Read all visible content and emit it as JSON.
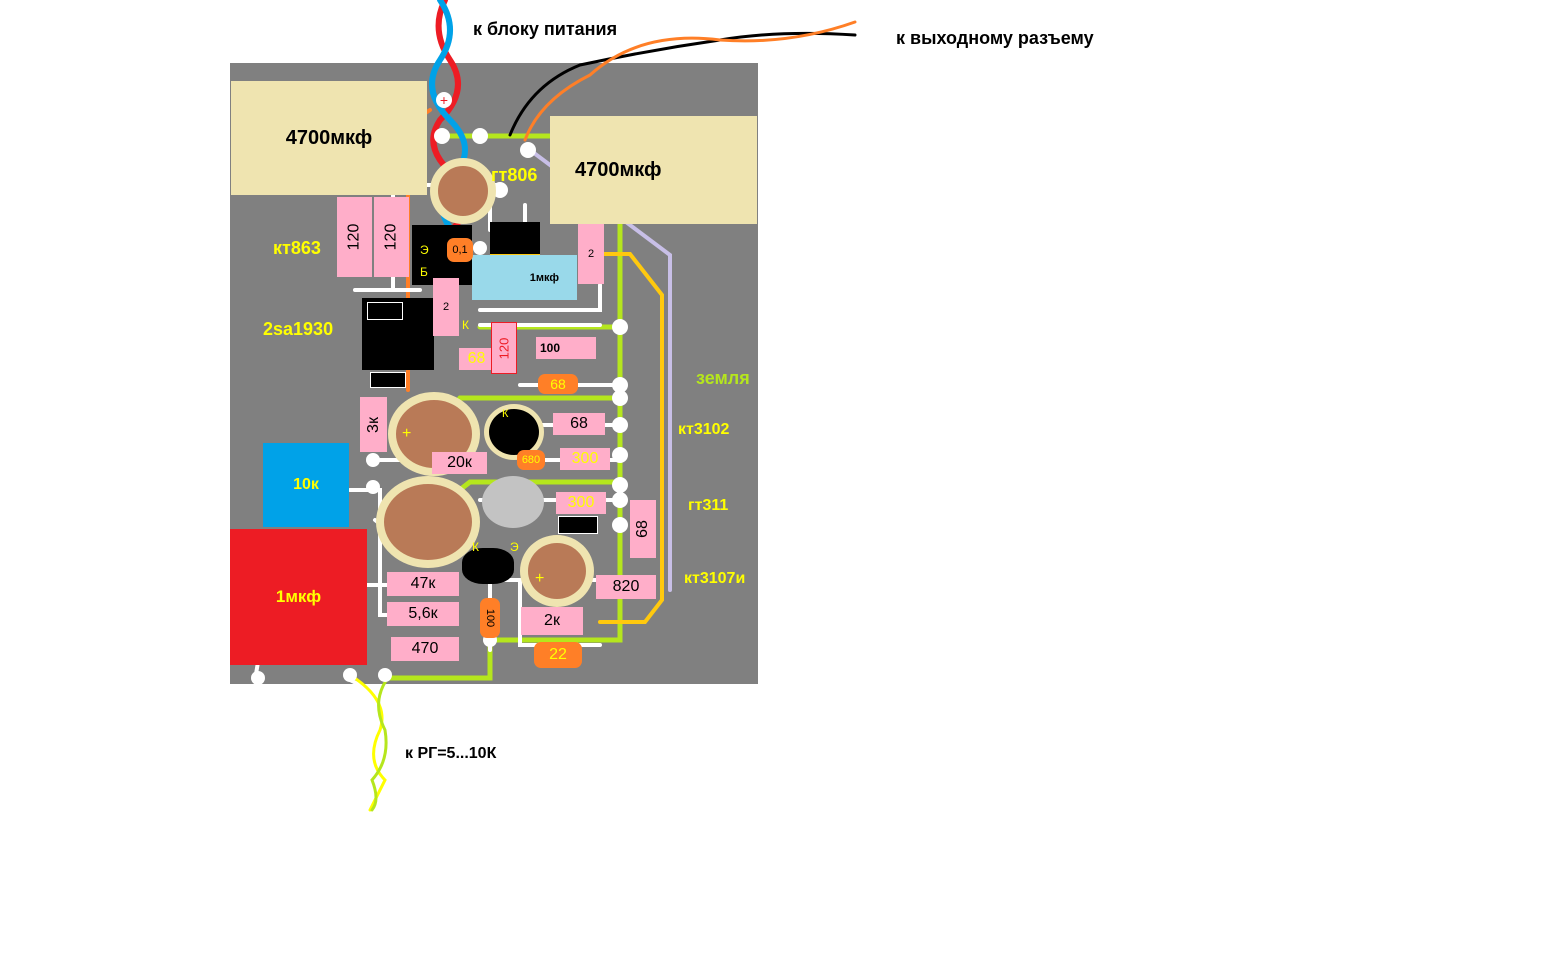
{
  "labels": {
    "power": "к блоку питания",
    "output": "к выходному разъему",
    "rg": "к РГ=5...10К",
    "kt863": "кт863",
    "sa1930": "2sa1930",
    "gt806": "гт806",
    "ground": "земля",
    "kt3102": "кт3102",
    "gt311": "гт311",
    "kt3107": "кт3107и"
  },
  "capacitors": {
    "c1": "4700мкф",
    "c2": "4700мкф",
    "c3": "1мкф",
    "c4": "10к",
    "c5": "1мкф",
    "c6": "0,1",
    "c7": "68",
    "c8": "680",
    "c9": "100",
    "c10": "22"
  },
  "resistors": {
    "r1": "120",
    "r2": "120",
    "r3": "2",
    "r4": "2",
    "r5": "68",
    "r6": "120",
    "r7": "100",
    "r8": "68",
    "r9": "300",
    "r10": "300",
    "r11": "68",
    "r12": "3к",
    "r13": "20к",
    "r14": "47к",
    "r15": "5,6к",
    "r16": "470",
    "r17": "2к",
    "r18": "820"
  },
  "pins": {
    "e": "Э",
    "k": "К",
    "b": "Б",
    "plus": "+",
    "minus": "−"
  },
  "colors": {
    "board": "#808080",
    "resistor": "#ffaec9",
    "trace_ground": "#b5e61d",
    "trace_white": "#ffffff"
  }
}
